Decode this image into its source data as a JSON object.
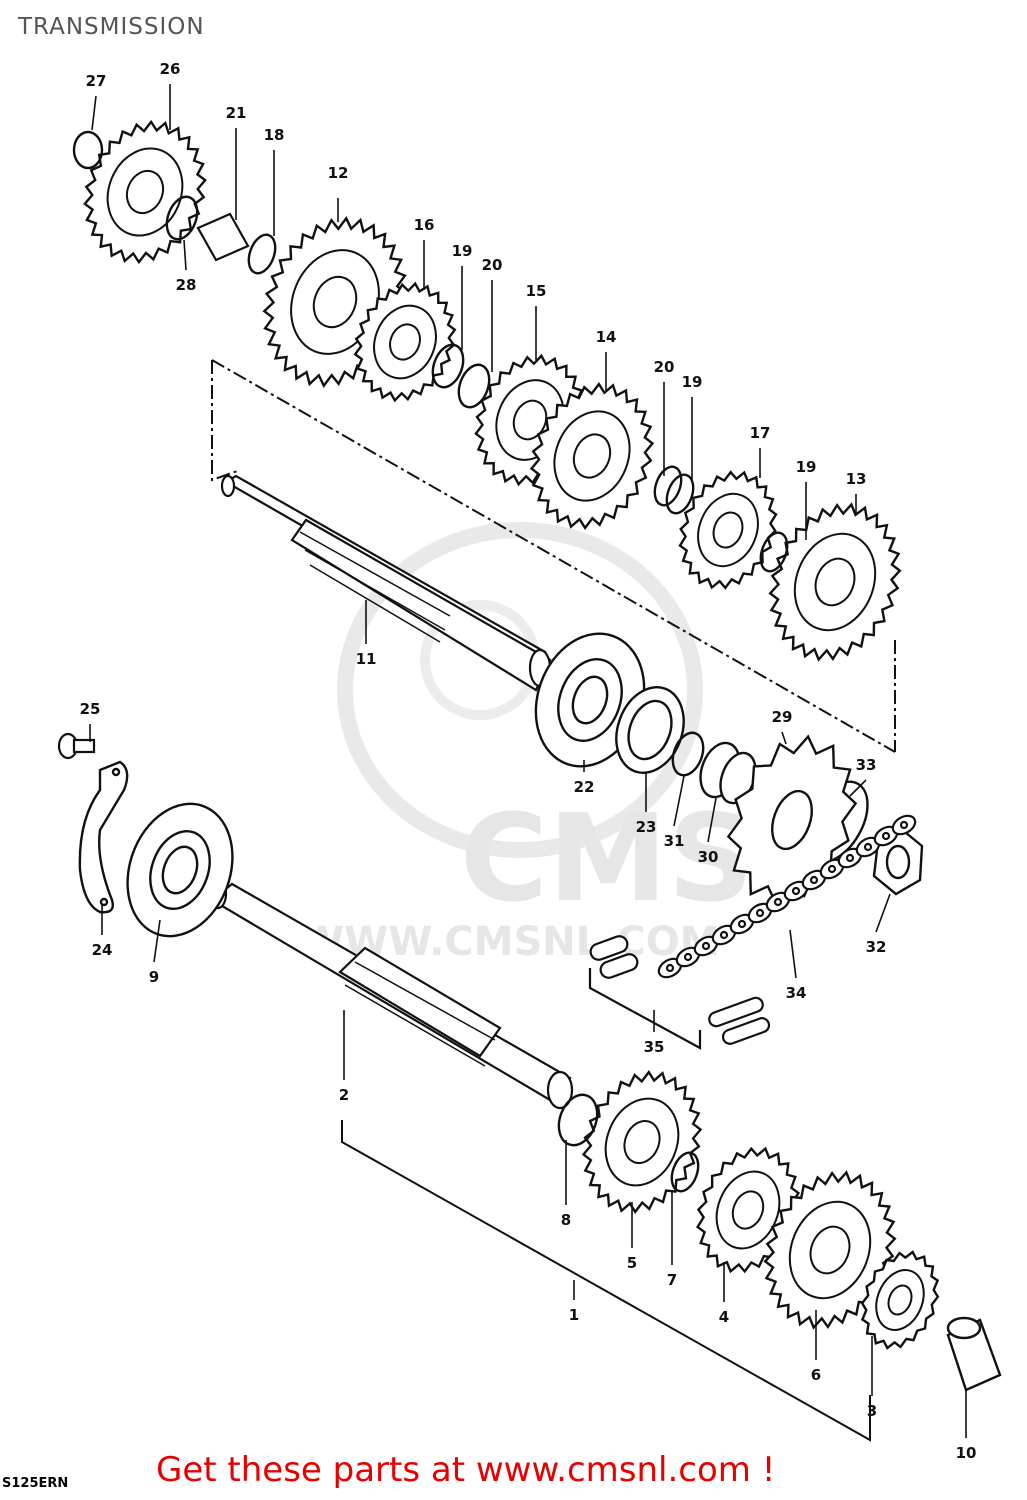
{
  "page": {
    "title": "TRANSMISSION",
    "footer_link": "Get these parts at www.cmsnl.com !",
    "corner_code": "S125ERN",
    "watermark_logo": "CMS",
    "watermark_url": "WWW.CMSNL.COM"
  },
  "colors": {
    "ink": "#111111",
    "link": "#e60000",
    "title": "#555555",
    "watermark": "#e6e6e6"
  },
  "callouts": [
    "1",
    "2",
    "3",
    "4",
    "5",
    "6",
    "7",
    "8",
    "9",
    "10",
    "11",
    "12",
    "13",
    "14",
    "15",
    "16",
    "17",
    "18",
    "19",
    "19",
    "19",
    "20",
    "20",
    "21",
    "22",
    "23",
    "24",
    "25",
    "26",
    "27",
    "28",
    "29",
    "30",
    "31",
    "32",
    "33",
    "34",
    "35"
  ],
  "parts": [
    {
      "id": "27",
      "kind": "circlip"
    },
    {
      "id": "26",
      "kind": "gear"
    },
    {
      "id": "28",
      "kind": "washer"
    },
    {
      "id": "21",
      "kind": "bushing"
    },
    {
      "id": "18",
      "kind": "washer"
    },
    {
      "id": "12",
      "kind": "gear"
    },
    {
      "id": "16",
      "kind": "gear"
    },
    {
      "id": "19",
      "kind": "circlip"
    },
    {
      "id": "20",
      "kind": "washer"
    },
    {
      "id": "15",
      "kind": "gear"
    },
    {
      "id": "14",
      "kind": "gear"
    },
    {
      "id": "17",
      "kind": "gear"
    },
    {
      "id": "13",
      "kind": "gear"
    },
    {
      "id": "11",
      "kind": "shaft"
    },
    {
      "id": "22",
      "kind": "bearing"
    },
    {
      "id": "23",
      "kind": "oil-seal"
    },
    {
      "id": "31",
      "kind": "o-ring"
    },
    {
      "id": "30",
      "kind": "spacer"
    },
    {
      "id": "29",
      "kind": "sprocket"
    },
    {
      "id": "33",
      "kind": "washer"
    },
    {
      "id": "32",
      "kind": "nut"
    },
    {
      "id": "34",
      "kind": "chain"
    },
    {
      "id": "35",
      "kind": "chain-joint"
    },
    {
      "id": "25",
      "kind": "bolt"
    },
    {
      "id": "24",
      "kind": "retainer"
    },
    {
      "id": "9",
      "kind": "bearing"
    },
    {
      "id": "2",
      "kind": "shaft"
    },
    {
      "id": "8",
      "kind": "washer"
    },
    {
      "id": "5",
      "kind": "gear"
    },
    {
      "id": "7",
      "kind": "circlip"
    },
    {
      "id": "4",
      "kind": "gear"
    },
    {
      "id": "6",
      "kind": "gear"
    },
    {
      "id": "3",
      "kind": "gear"
    },
    {
      "id": "10",
      "kind": "bushing"
    },
    {
      "id": "1",
      "kind": "assembly-bracket"
    }
  ]
}
